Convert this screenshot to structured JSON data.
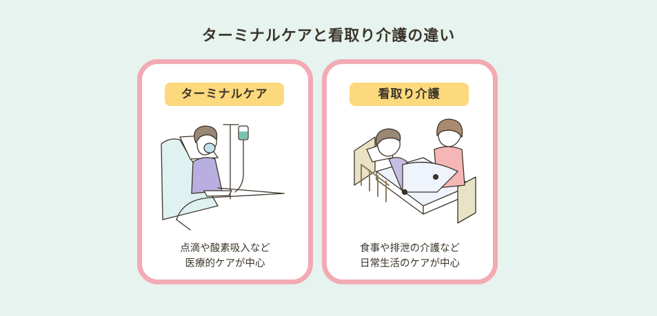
{
  "title": "ターミナルケアと看取り介護の違い",
  "cards": [
    {
      "label": "ターミナルケア",
      "illustration": "patient-in-bed-with-iv-and-oxygen-mask",
      "description": [
        "点滴や酸素吸入など",
        "医療的ケアが中心"
      ]
    },
    {
      "label": "看取り介護",
      "illustration": "caregiver-with-elderly-patient-in-bed",
      "description": [
        "食事や排泄の介護など",
        "日常生活のケアが中心"
      ]
    }
  ],
  "colors": {
    "background": "#e6f3ef",
    "card_border": "#f2aab3",
    "label_bg": "#fcd97d",
    "text": "#3b352a"
  }
}
